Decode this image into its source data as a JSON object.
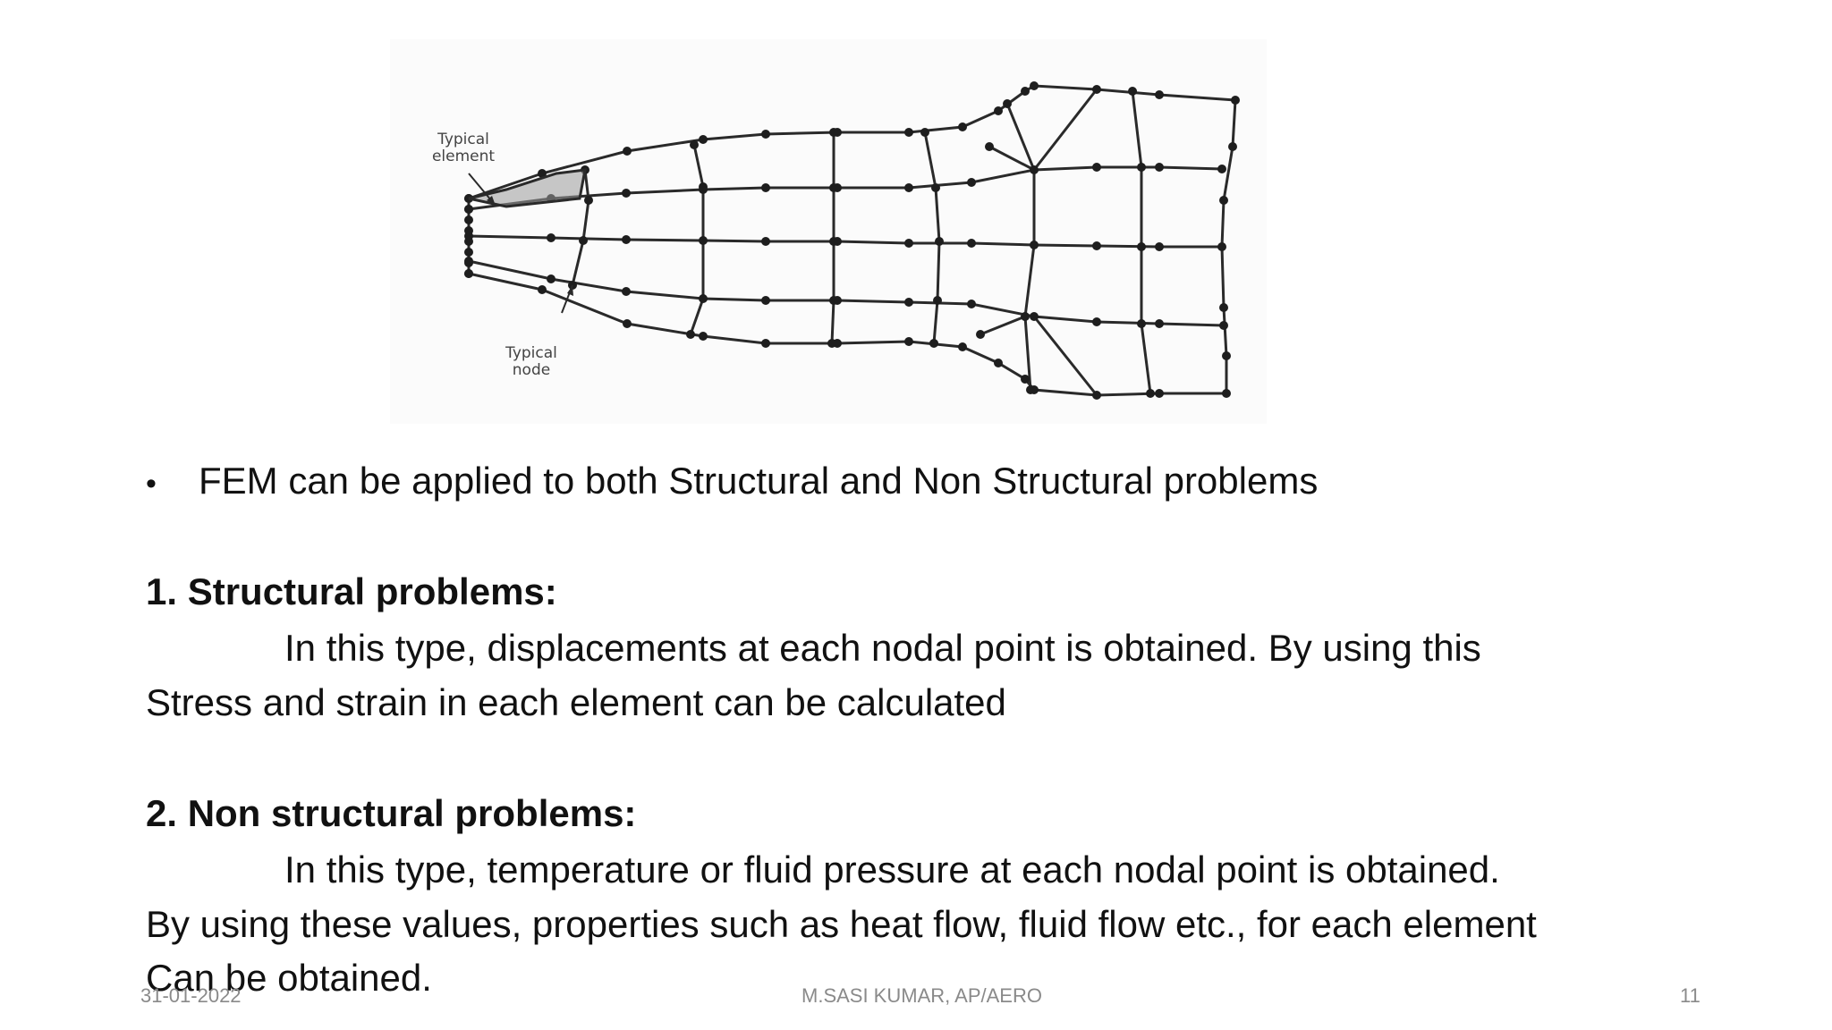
{
  "figure": {
    "label_element": [
      "Typical",
      "element"
    ],
    "label_node": [
      "Typical",
      "node"
    ]
  },
  "content": {
    "bullet": "FEM can be applied to both Structural and Non Structural problems",
    "section1": {
      "heading": "1. Structural problems:",
      "line1": "In this type, displacements at each nodal point is obtained. By using this",
      "line2": "Stress and strain in each element can be calculated"
    },
    "section2": {
      "heading": "2. Non structural problems:",
      "line1": "In this type, temperature or fluid pressure at each nodal point is obtained.",
      "line2": "By using these values, properties such as heat flow, fluid flow etc., for each element",
      "line3": "Can be obtained."
    }
  },
  "footer": {
    "date": "31-01-2022",
    "author": "M.SASI KUMAR, AP/AERO",
    "page": "11"
  }
}
